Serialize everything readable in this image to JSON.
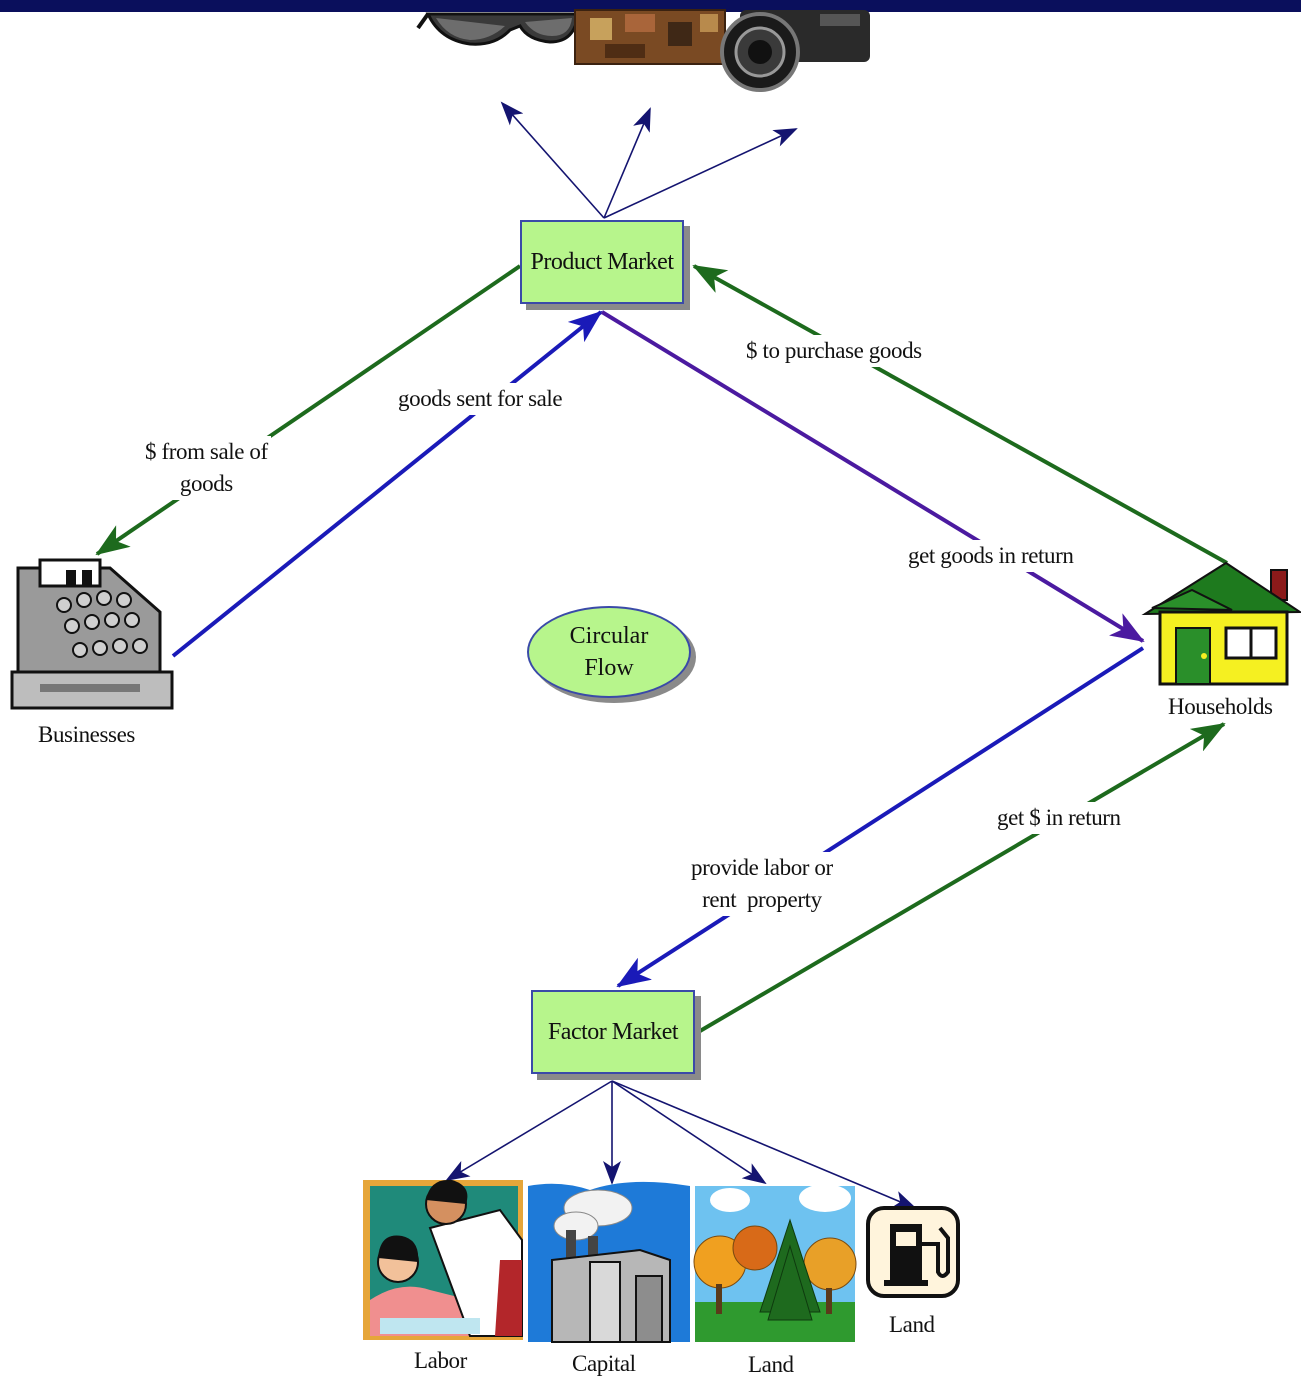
{
  "nodes": {
    "product_market": "Product Market",
    "factor_market": "Factor Market",
    "circular_flow": [
      "Circular",
      "Flow"
    ],
    "businesses": "Businesses",
    "households": "Households"
  },
  "flows": {
    "from_sale_of_goods": [
      "$ from sale of",
      "goods"
    ],
    "goods_sent_for_sale": "goods sent for sale",
    "to_purchase_goods": "$ to purchase goods",
    "get_goods_in_return": "get goods in return",
    "provide_labor": [
      "provide labor or",
      "rent  property"
    ],
    "get_money_in_return": "get $ in return"
  },
  "resources": {
    "labor": "Labor",
    "capital": "Capital",
    "land_trees": "Land",
    "land_fuel": "Land"
  },
  "colors": {
    "money_flow": "#1d6a1d",
    "goods_flow": "#1a1ab8",
    "purchase_flow": "#4b1aa0",
    "thin_arrow": "#141470",
    "box_fill": "#b7f58c",
    "box_border": "#3a4aa8",
    "header_bar": "#0a0f5c"
  },
  "icons": [
    "sunglasses-icon",
    "suitcase-icon",
    "camera-icon",
    "cash-register-icon",
    "house-icon",
    "labor-picture",
    "factory-picture",
    "forest-picture",
    "gas-pump-icon"
  ]
}
